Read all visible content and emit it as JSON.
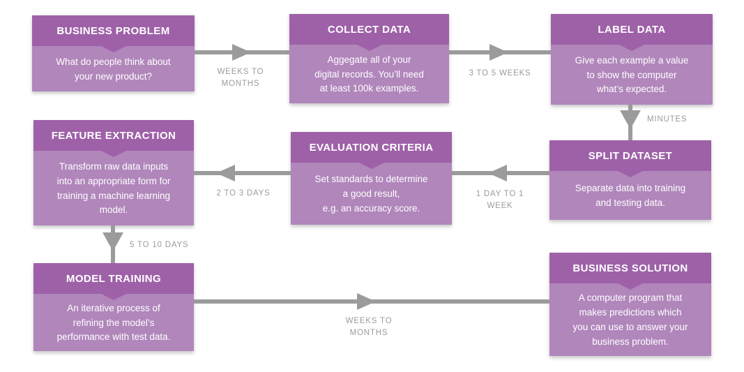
{
  "colors": {
    "header_purple": "#9e61a8",
    "body_purple": "#b086bb",
    "arrow_gray": "#9b9b9b",
    "label_gray": "#9b9b9b",
    "text_white": "#ffffff",
    "background": "#ffffff"
  },
  "boxes": [
    {
      "id": "business-problem",
      "title": "BUSINESS PROBLEM",
      "body": "What do people think about\nyour new product?"
    },
    {
      "id": "collect-data",
      "title": "COLLECT DATA",
      "body": "Aggegate all of your\ndigital records. You’ll need\nat least 100k examples."
    },
    {
      "id": "label-data",
      "title": "LABEL DATA",
      "body": "Give each example a value\nto show the computer\nwhat’s expected."
    },
    {
      "id": "feature-extraction",
      "title": "FEATURE EXTRACTION",
      "body": "Transform raw data inputs\ninto an appropriate form for\ntraining a machine learning\nmodel."
    },
    {
      "id": "evaluation-criteria",
      "title": "EVALUATION CRITERIA",
      "body": "Set standards to determine\na good result,\ne.g. an accuracy score."
    },
    {
      "id": "split-dataset",
      "title": "SPLIT DATASET",
      "body": "Separate data into training\nand testing data."
    },
    {
      "id": "model-training",
      "title": "MODEL TRAINING",
      "body": "An iterative process of\nrefining the model’s\nperformance with test data."
    },
    {
      "id": "business-solution",
      "title": "BUSINESS SOLUTION",
      "body": "A computer program that\nmakes predictions which\nyou can use to answer your\nbusiness problem."
    }
  ],
  "arrows": [
    {
      "from": "business-problem",
      "to": "collect-data",
      "direction": "right",
      "label": "WEEKS TO\nMONTHS"
    },
    {
      "from": "collect-data",
      "to": "label-data",
      "direction": "right",
      "label": "3 TO 5 WEEKS"
    },
    {
      "from": "label-data",
      "to": "split-dataset",
      "direction": "down",
      "label": "MINUTES"
    },
    {
      "from": "split-dataset",
      "to": "evaluation-criteria",
      "direction": "left",
      "label": "1 DAY TO 1\nWEEK"
    },
    {
      "from": "evaluation-criteria",
      "to": "feature-extraction",
      "direction": "left",
      "label": "2 TO 3 DAYS"
    },
    {
      "from": "feature-extraction",
      "to": "model-training",
      "direction": "down",
      "label": "5 TO 10 DAYS"
    },
    {
      "from": "model-training",
      "to": "business-solution",
      "direction": "right",
      "label": "WEEKS TO\nMONTHS"
    }
  ]
}
